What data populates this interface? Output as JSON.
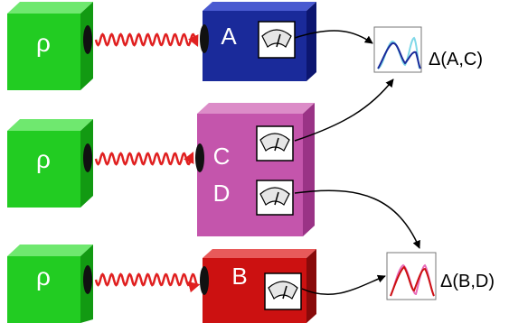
{
  "sources": [
    {
      "symbol": "ρ",
      "color": "#22cc22"
    },
    {
      "symbol": "ρ",
      "color": "#22cc22"
    },
    {
      "symbol": "ρ",
      "color": "#22cc22"
    }
  ],
  "detectors": {
    "A": {
      "label": "A",
      "color": "#1a2a9a"
    },
    "CD": {
      "label_c": "C",
      "label_d": "D",
      "color": "#c455ac"
    },
    "B": {
      "label": "B",
      "color": "#cc1111"
    }
  },
  "results": {
    "ac": {
      "label": "Δ(A,C)",
      "colors": [
        "#1a2a9a",
        "#7fd8e8"
      ]
    },
    "bd": {
      "label": "Δ(B,D)",
      "colors": [
        "#cc1111",
        "#e86ab8"
      ]
    }
  },
  "colors": {
    "wave": "#e02020",
    "port": "#111111",
    "wire": "#000000"
  }
}
